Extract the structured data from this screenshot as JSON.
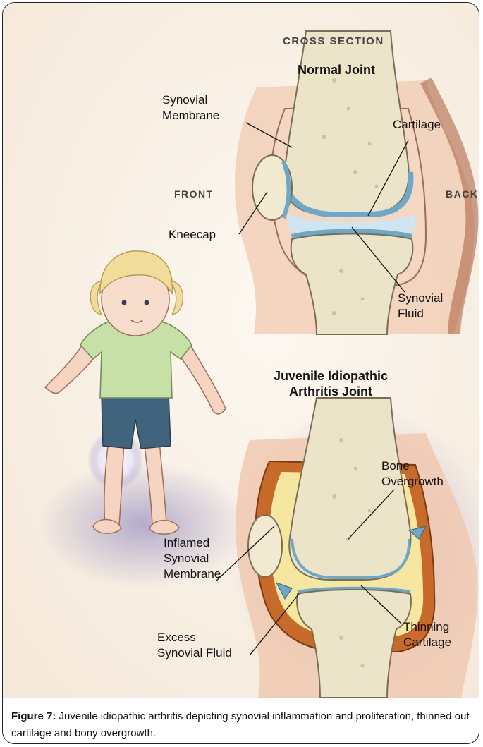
{
  "illustration": {
    "cross_section_header": "CROSS SECTION",
    "normal_joint": {
      "title": "Normal Joint",
      "front_label": "FRONT",
      "back_label": "BACK",
      "labels": {
        "synovial_membrane": "Synovial\nMembrane",
        "cartilage": "Cartilage",
        "kneecap": "Kneecap",
        "synovial_fluid": "Synovial\nFluid"
      }
    },
    "jia_joint": {
      "title": "Juvenile Idiopathic\nArthritis Joint",
      "labels": {
        "bone_overgrowth": "Bone\nOvergrowth",
        "inflamed_membrane": "Inflamed\nSynovial\nMembrane",
        "excess_fluid": "Excess\nSynovial Fluid",
        "thinning_cartilage": "Thinning\nCartilage"
      }
    }
  },
  "caption": {
    "label": "Figure 7:",
    "text": " Juvenile idiopathic arthritis depicting synovial inflammation and proliferation, thinned out cartilage and bony overgrowth."
  },
  "colors": {
    "background_tint": "#fbf3ea",
    "bone": "#ece4c8",
    "cartilage": "#6ea8c8",
    "synovial_fluid": "#cfe6f2",
    "soft_tissue": "#efc2a8",
    "inflamed_membrane": "#c86a2a",
    "excess_fluid": "#f6e7a0",
    "shirt": "#c7e0a8",
    "shorts": "#41647e",
    "hair": "#f2dc9a",
    "glow": "#7b74b8"
  }
}
